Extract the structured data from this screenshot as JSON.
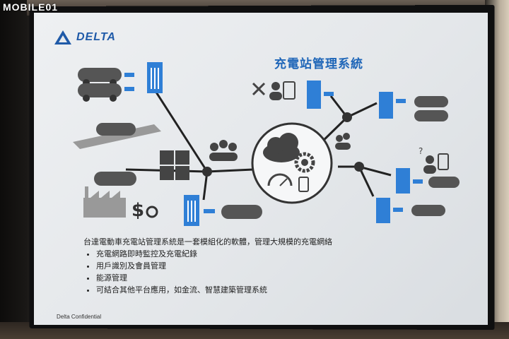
{
  "watermark": "MOBILE01",
  "slide": {
    "brand": "DELTA",
    "title": "充電站管理系統",
    "description": "台達電動車充電站管理系統是一套模組化的軟體，管理大規模的充電網絡",
    "bullets": [
      "充電網路即時監控及充電紀錄",
      "用戶識別及會員管理",
      "能源管理",
      "可結合其他平台應用，如金流、智慧建築管理系統"
    ],
    "footer": "Delta Confidential"
  },
  "colors": {
    "brand_blue": "#1f5aa8",
    "title_blue": "#1f66b8",
    "icon_blue": "#2f7fd6",
    "icon_gray": "#4a4a4a"
  },
  "icons": [
    "delta-logo-icon",
    "car-icon",
    "charger-icon",
    "plug-icon",
    "cloud-icon",
    "gear-icon",
    "gauge-icon",
    "tablet-icon",
    "person-icon",
    "group-icon",
    "puzzle-icon",
    "factory-icon",
    "money-icon",
    "tools-icon",
    "question-icon"
  ]
}
